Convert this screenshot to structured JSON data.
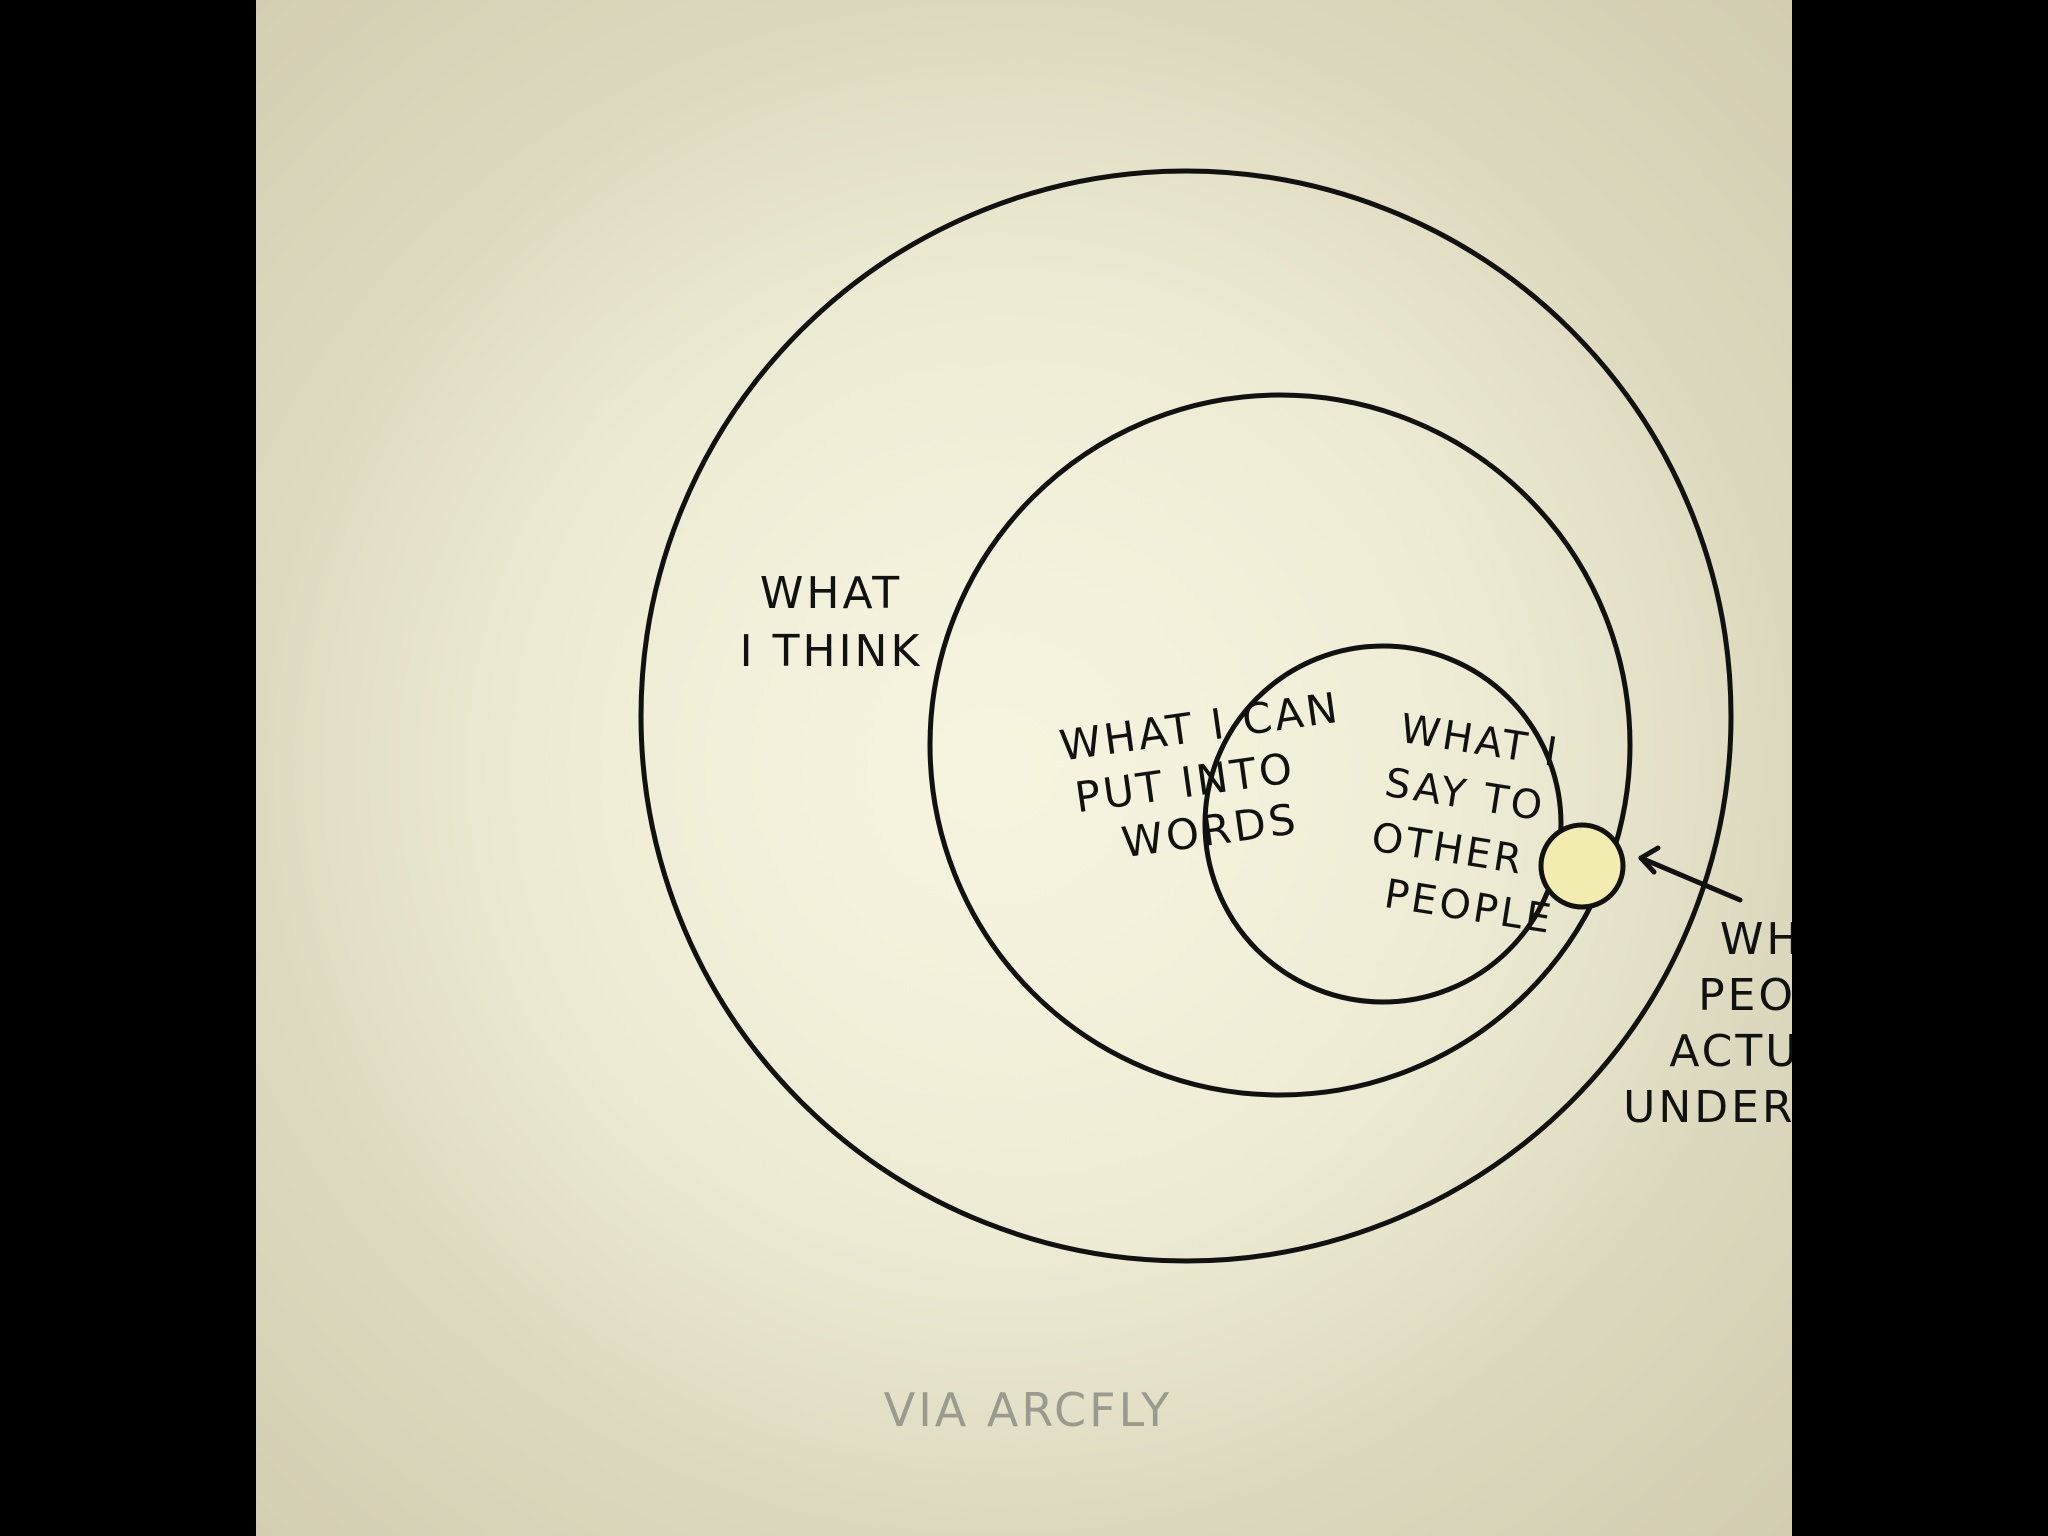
{
  "diagram": {
    "labels": {
      "think": [
        "WHAT",
        "I THINK"
      ],
      "words": [
        "WHAT I CAN",
        "PUT INTO",
        "WORDS"
      ],
      "say": [
        "WHAT I",
        "SAY TO",
        "OTHER",
        "PEOPLE"
      ],
      "understand": [
        "WHAT",
        "PEOPLE",
        "ACTUALLY",
        "UNDERSTAND"
      ]
    },
    "credit": "VIA ARCFLY"
  },
  "colors": {
    "ink": "#111111",
    "inner_fill": "#f2ecb0",
    "credit": "#9a9a8e",
    "background_edge": "#000000"
  }
}
